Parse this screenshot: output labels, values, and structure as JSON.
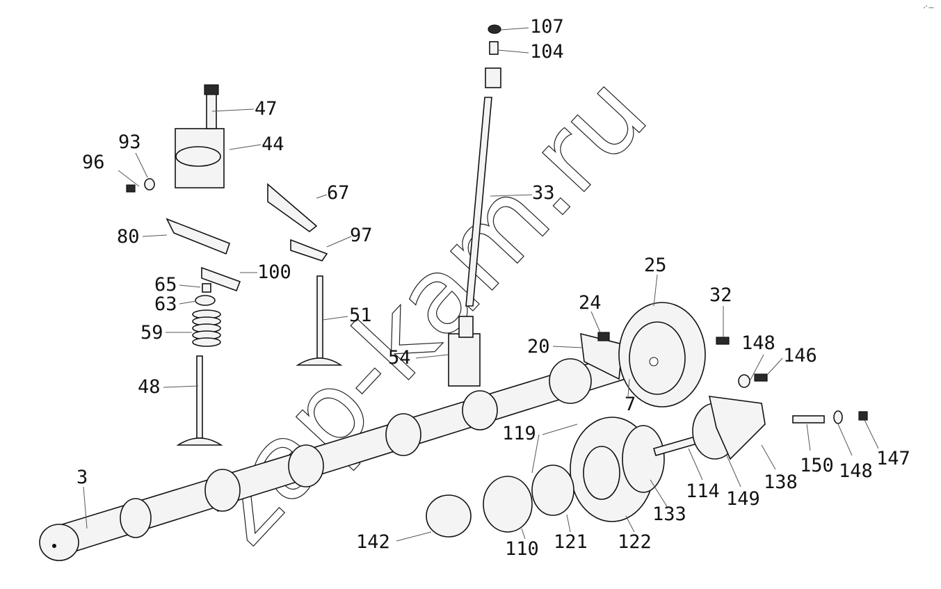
{
  "watermark": "zap-kam.ru",
  "corner_mark": "ₒᴳ ₒₒₒ",
  "labels": {
    "l107": "107",
    "l104": "104",
    "l47": "47",
    "l44": "44",
    "l93": "93",
    "l96": "96",
    "l67": "67",
    "l33": "33",
    "l80": "80",
    "l97": "97",
    "l25": "25",
    "l100": "100",
    "l65": "65",
    "l32": "32",
    "l24": "24",
    "l63": "63",
    "l51": "51",
    "l59": "59",
    "l148a": "148",
    "l20": "20",
    "l146": "146",
    "l54": "54",
    "l48": "48",
    "l7": "7",
    "l119": "119",
    "l150": "150",
    "l148b": "148",
    "l147": "147",
    "l3": "3",
    "l138": "138",
    "l114": "114",
    "l149": "149",
    "l133": "133",
    "l142": "142",
    "l121": "121",
    "l122": "122",
    "l110": "110"
  }
}
